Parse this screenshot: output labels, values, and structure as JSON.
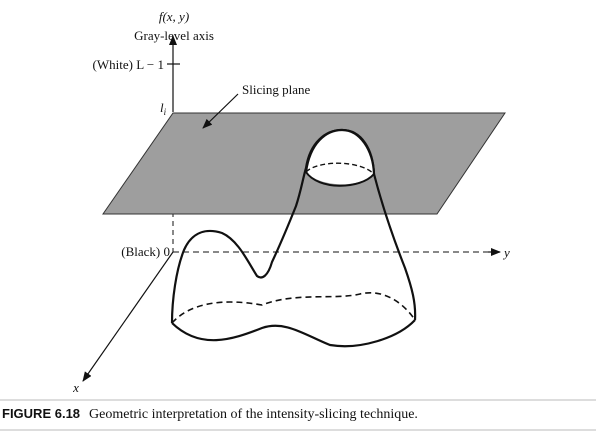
{
  "figure": {
    "axis_function_label": "f(x, y)",
    "axis_title": "Gray-level axis",
    "white_label": "(White) L − 1",
    "black_label": "(Black) 0",
    "li_label": "l",
    "li_subscript": "i",
    "plane_label": "Slicing plane",
    "x_label": "x",
    "y_label": "y",
    "plane_color": "#9e9e9e"
  },
  "caption": {
    "number": "FIGURE 6.18",
    "text": "Geometric interpretation of the intensity-slicing technique."
  }
}
